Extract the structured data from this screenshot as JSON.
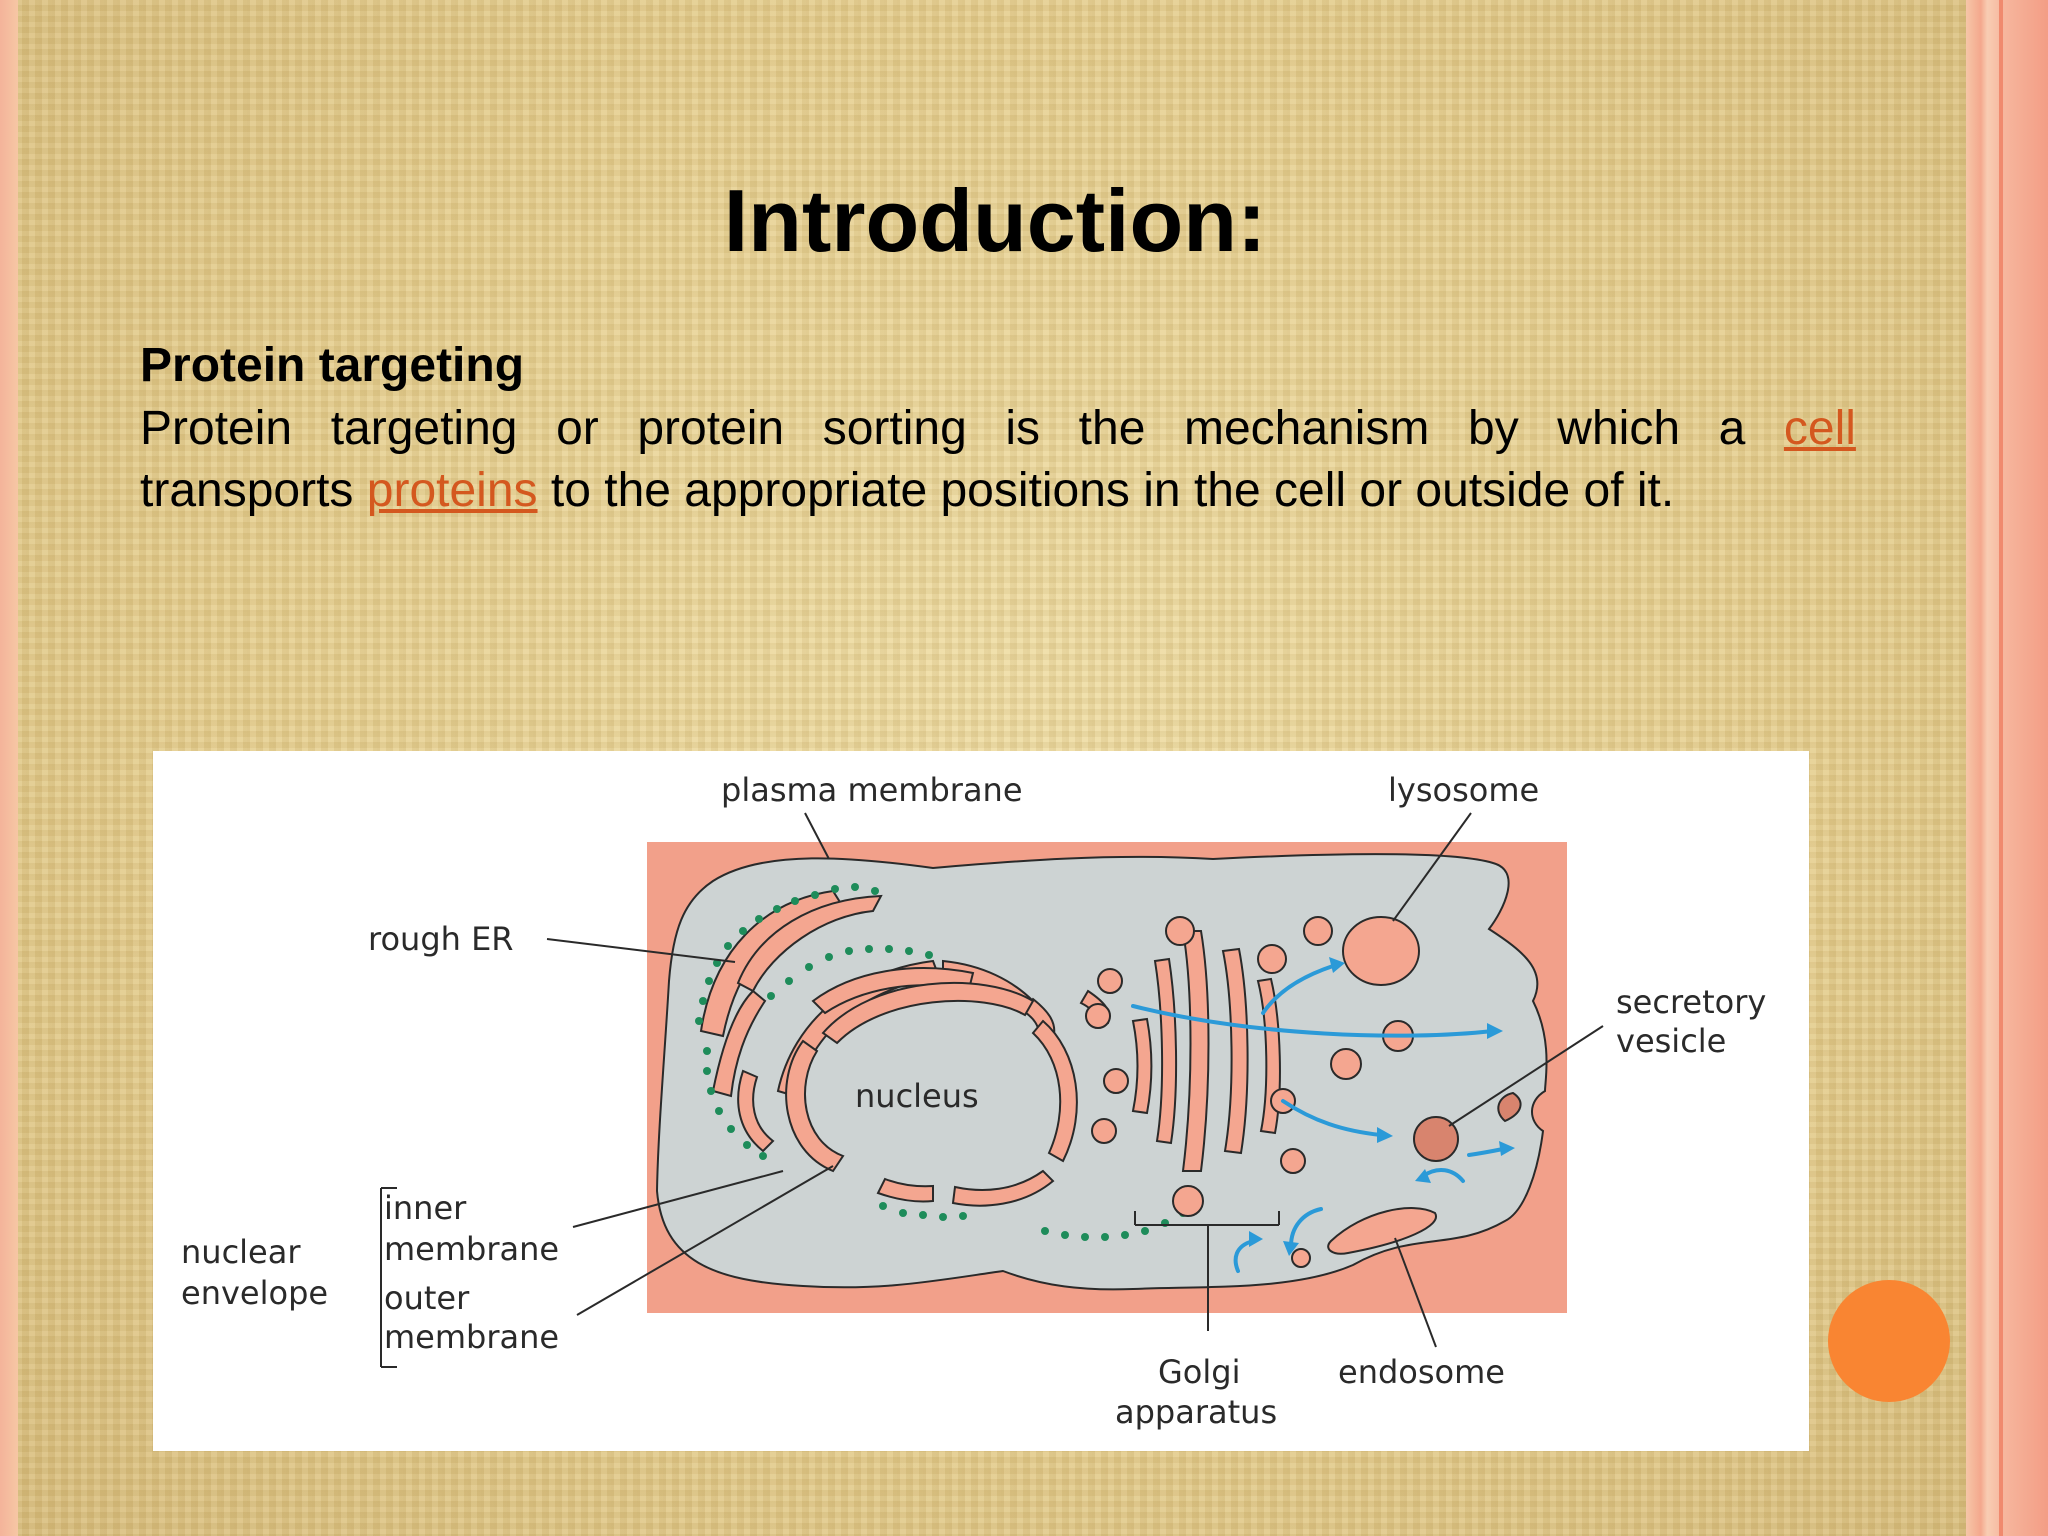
{
  "slide": {
    "title": "Introduction:",
    "heading": "Protein targeting",
    "paragraph": {
      "words_line1": [
        "Protein",
        "targeting",
        "or",
        "protein",
        "sorting",
        "is",
        "the",
        "mechanism",
        "by",
        "which",
        "a"
      ],
      "link_cell": "cell",
      "line2_start": "transports ",
      "link_proteins": "proteins",
      "line2_end": " to the appropriate positions in the cell or outside of it."
    },
    "colors": {
      "link": "#d4581f",
      "accent_circle": "#f98532",
      "border": "#f4a88d"
    }
  },
  "figure": {
    "labels": {
      "plasma_membrane": "plasma membrane",
      "lysosome": "lysosome",
      "rough_er": "rough ER",
      "secretory": "secretory",
      "vesicle": "vesicle",
      "nucleus": "nucleus",
      "nuclear": "nuclear",
      "envelope": "envelope",
      "inner": "inner",
      "membrane_inner": "membrane",
      "outer": "outer",
      "membrane_outer": "membrane",
      "golgi": "Golgi",
      "apparatus": "apparatus",
      "endosome": "endosome"
    },
    "colors": {
      "extracellular": "#f2a08a",
      "cytoplasm": "#cdd3d3",
      "organelle": "#f4a690",
      "ribosome": "#1e8c5a",
      "arrow": "#2b9ad8"
    }
  }
}
